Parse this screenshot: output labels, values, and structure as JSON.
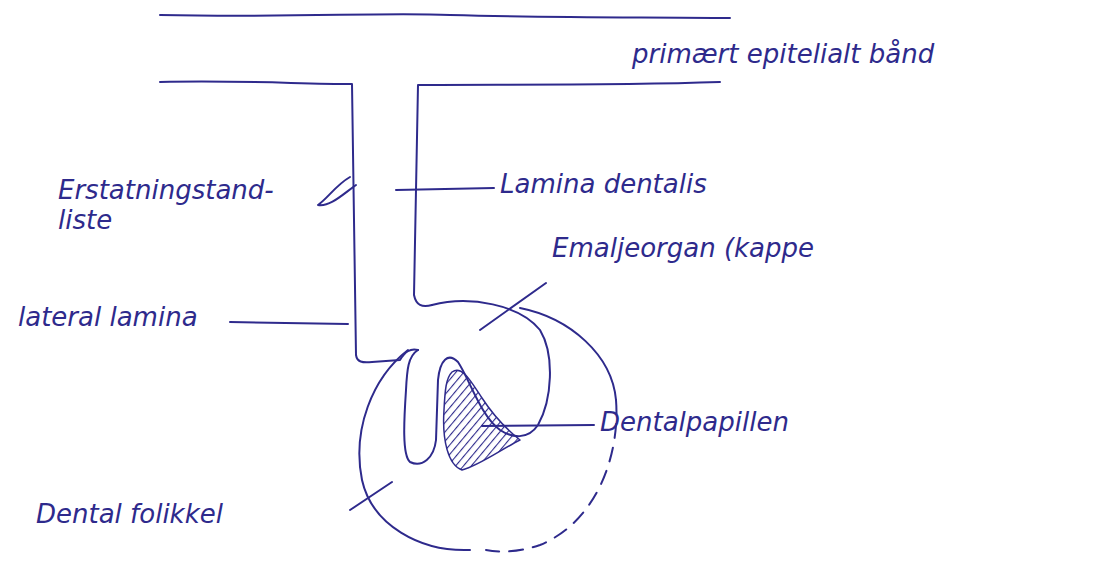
{
  "diagram": {
    "labels": [
      "primært epitelialt bånd",
      "Erstatningstand- liste",
      "Lamina dentalis",
      "Emaljeorgan (kappe",
      "lateral lamina",
      "Dentalpapillen",
      "Dental folikkel"
    ]
  }
}
